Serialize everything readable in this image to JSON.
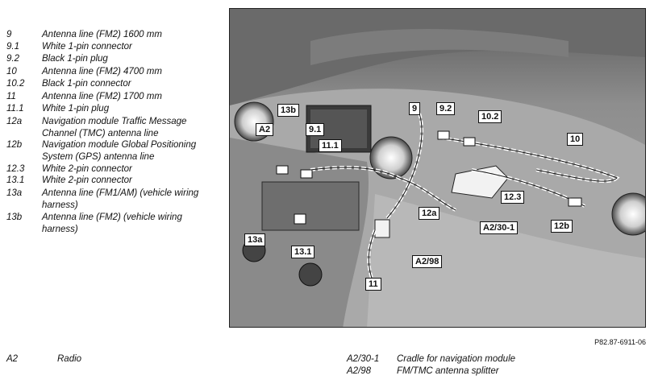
{
  "legend": [
    {
      "num": "9",
      "text": "Antenna line (FM2) 1600 mm"
    },
    {
      "num": "9.1",
      "text": "White 1-pin connector"
    },
    {
      "num": "9.2",
      "text": "Black 1-pin plug"
    },
    {
      "num": "10",
      "text": "Antenna line (FM2) 4700 mm"
    },
    {
      "num": "10.2",
      "text": "Black 1-pin connector"
    },
    {
      "num": "11",
      "text": "Antenna line (FM2) 1700 mm"
    },
    {
      "num": "11.1",
      "text": "White 1-pin plug"
    },
    {
      "num": "12a",
      "text": "Navigation module Traffic Message Channel (TMC) antenna line"
    },
    {
      "num": "12b",
      "text": "Navigation module Global Positioning System (GPS) antenna line"
    },
    {
      "num": "12.3",
      "text": "White 2-pin connector"
    },
    {
      "num": "13.1",
      "text": "White 2-pin connector"
    },
    {
      "num": "13a",
      "text": "Antenna line (FM1/AM) (vehicle wiring harness)"
    },
    {
      "num": "13b",
      "text": "Antenna line (FM2) (vehicle wiring harness)"
    }
  ],
  "callouts": {
    "c13b": "13b",
    "cA2": "A2",
    "c91": "9.1",
    "c111": "11.1",
    "c9": "9",
    "c92": "9.2",
    "c102": "10.2",
    "c10": "10",
    "c123": "12.3",
    "c12a": "12a",
    "cA230": "A2/30-1",
    "c12b": "12b",
    "c13a": "13a",
    "c131": "13.1",
    "cA298": "A2/98",
    "c11": "11"
  },
  "figure_ref": "P82.87-6911-06",
  "bottom_left": {
    "num": "A2",
    "text": "Radio"
  },
  "bottom_right": [
    {
      "num": "A2/30-1",
      "text": "Cradle for navigation module"
    },
    {
      "num": "A2/98",
      "text": "FM/TMC antenna splitter"
    }
  ]
}
